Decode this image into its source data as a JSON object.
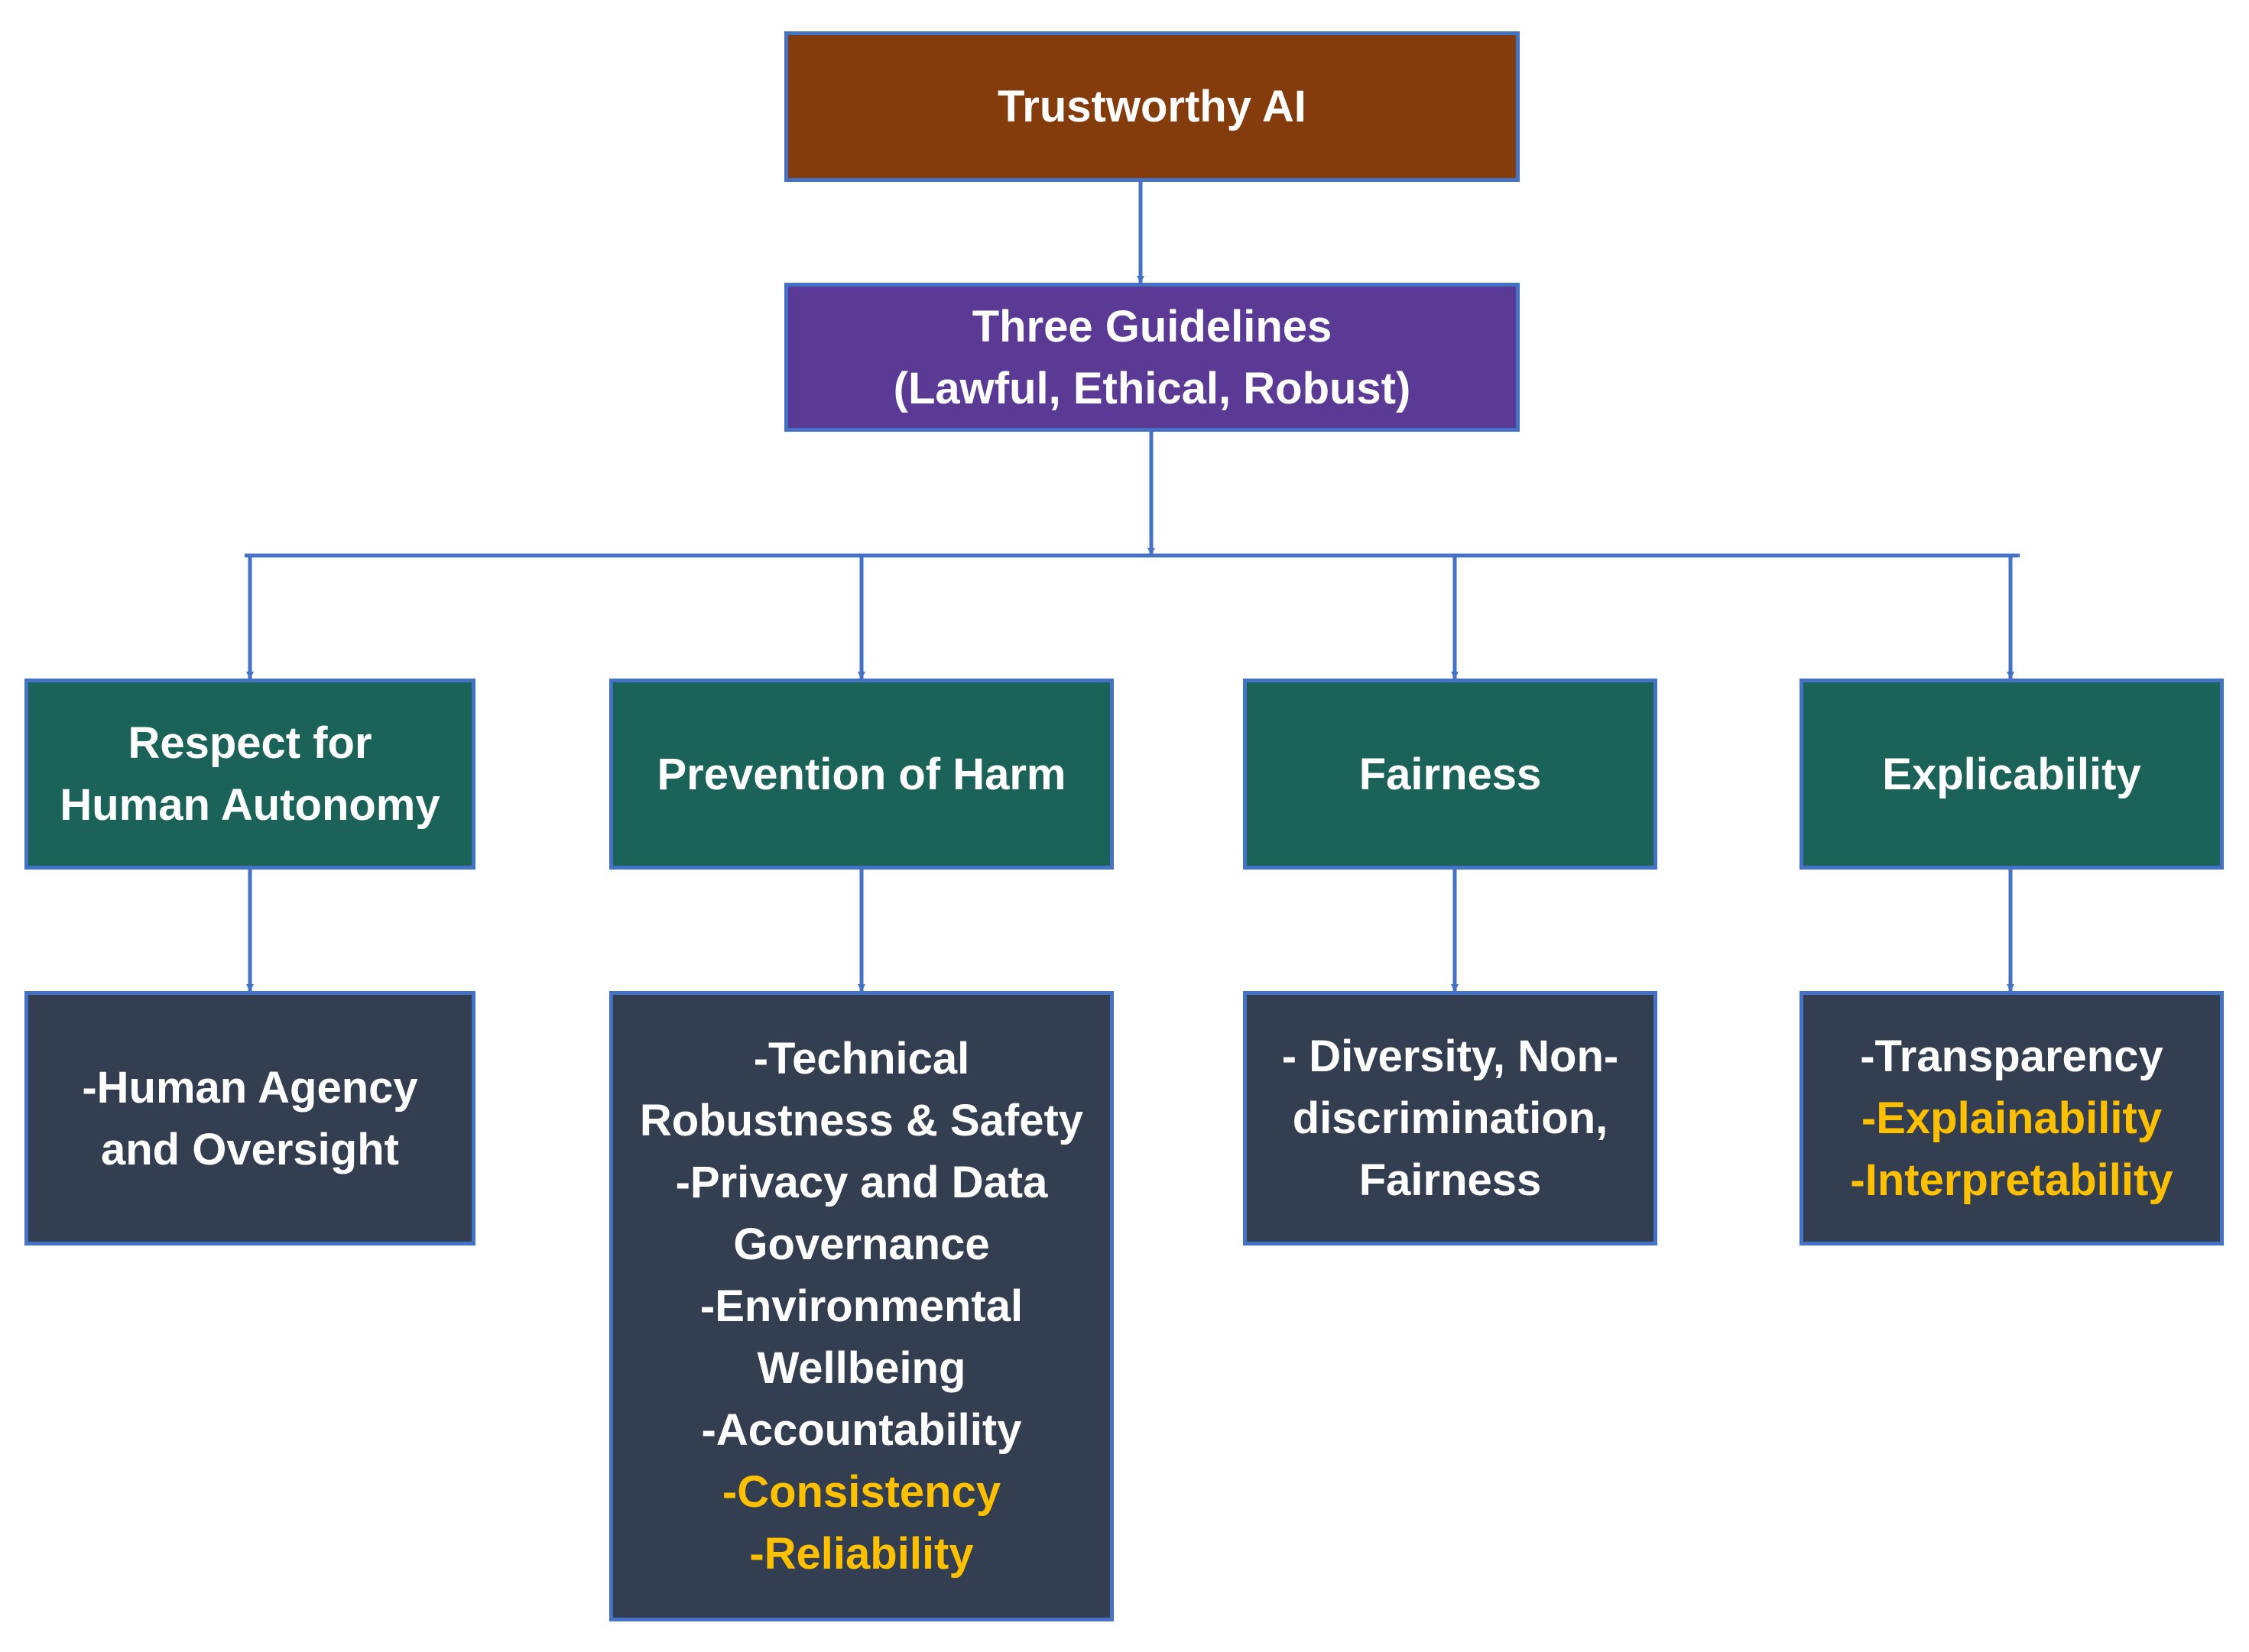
{
  "colors": {
    "root_fill": "#843c0c",
    "guidelines_fill": "#5b3a96",
    "principle_fill": "#1b6258",
    "requirement_fill": "#333f50",
    "border": "#4472c4",
    "connector": "#4472c4",
    "text": "#ffffff",
    "highlight_text": "#ffc000"
  },
  "root": {
    "label": "Trustworthy AI"
  },
  "guidelines": {
    "lines": [
      "Three Guidelines",
      "(Lawful, Ethical, Robust)"
    ]
  },
  "principles": [
    {
      "lines": [
        "Respect for",
        "Human Autonomy"
      ]
    },
    {
      "lines": [
        "Prevention of Harm"
      ]
    },
    {
      "lines": [
        "Fairness"
      ]
    },
    {
      "lines": [
        "Explicability"
      ]
    }
  ],
  "requirements": [
    {
      "lines": [
        "-Human Agency",
        "and Oversight"
      ],
      "highlight_from": 99
    },
    {
      "lines": [
        "-Technical",
        "Robustness & Safety",
        "-Privacy and Data",
        "Governance",
        "-Environmental",
        "Wellbeing",
        "-Accountability",
        "-Consistency",
        "-Reliability"
      ],
      "highlight_from": 7
    },
    {
      "lines": [
        "- Diversity, Non-",
        "discrimination,",
        "Fairness"
      ],
      "highlight_from": 99
    },
    {
      "lines": [
        "-Transparency",
        "-Explainability",
        "-Interpretability"
      ],
      "highlight_from": 1
    }
  ]
}
